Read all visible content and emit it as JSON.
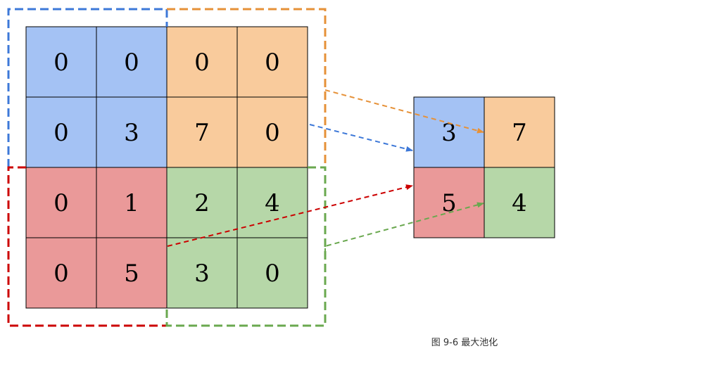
{
  "input_grid": {
    "values": [
      [
        "0",
        "0",
        "0",
        "0"
      ],
      [
        "0",
        "3",
        "7",
        "0"
      ],
      [
        "0",
        "1",
        "2",
        "4"
      ],
      [
        "0",
        "5",
        "3",
        "0"
      ]
    ]
  },
  "output_grid": {
    "values": [
      [
        "3",
        "7"
      ],
      [
        "5",
        "4"
      ]
    ]
  },
  "colors": {
    "blue_fill": "#a4c2f4",
    "orange_fill": "#f9cb9c",
    "red_fill": "#ea9999",
    "green_fill": "#b6d7a8",
    "blue_line": "#3d78d8",
    "orange_line": "#e69138",
    "red_line": "#cc0000",
    "green_line": "#6aa84f"
  },
  "caption": "图 9-6 最大池化"
}
